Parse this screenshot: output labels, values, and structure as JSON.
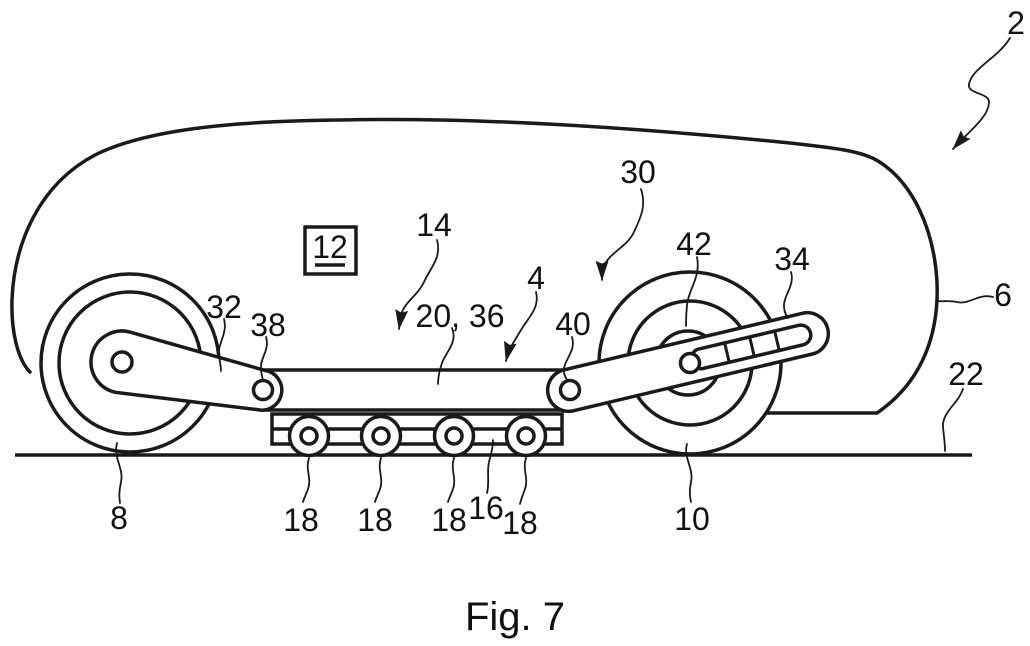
{
  "figure": {
    "caption": "Fig. 7",
    "kind": "patent-line-drawing",
    "background_color": "#ffffff",
    "line_color": "#1a1a1a"
  },
  "callouts": {
    "ref2": "2",
    "ref4": "4",
    "ref6": "6",
    "ref8": "8",
    "ref10": "10",
    "ref12": "12",
    "ref14": "14",
    "ref16": "16",
    "ref18a": "18",
    "ref18b": "18",
    "ref18c": "18",
    "ref18d": "18",
    "ref20_36": "20, 36",
    "ref22": "22",
    "ref30": "30",
    "ref32": "32",
    "ref34": "34",
    "ref38": "38",
    "ref40": "40",
    "ref42": "42"
  }
}
